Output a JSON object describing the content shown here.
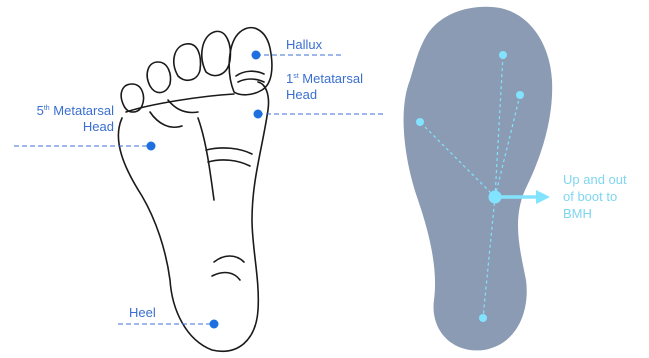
{
  "diagram": {
    "foot_labels": {
      "hallux": "Hallux",
      "first_mt_num": "1",
      "first_mt_sup": "st",
      "first_mt_word": " Metatarsal",
      "first_mt_head": "Head",
      "fifth_mt_num": "5",
      "fifth_mt_sup": "th",
      "fifth_mt_word": " Metatarsal",
      "fifth_mt_head": "Head",
      "heel": "Heel"
    },
    "insole_labels": {
      "line1": "Up and out",
      "line2": "of boot to",
      "line3": "BMH"
    },
    "colors": {
      "label_blue": "#3a6fd0",
      "marker_blue": "#1e6fe0",
      "insole_fill": "#8b9bb3",
      "insole_marker": "#82e3ff",
      "insole_label": "#7fd6f0",
      "foot_outline": "#1a1a1a"
    }
  }
}
